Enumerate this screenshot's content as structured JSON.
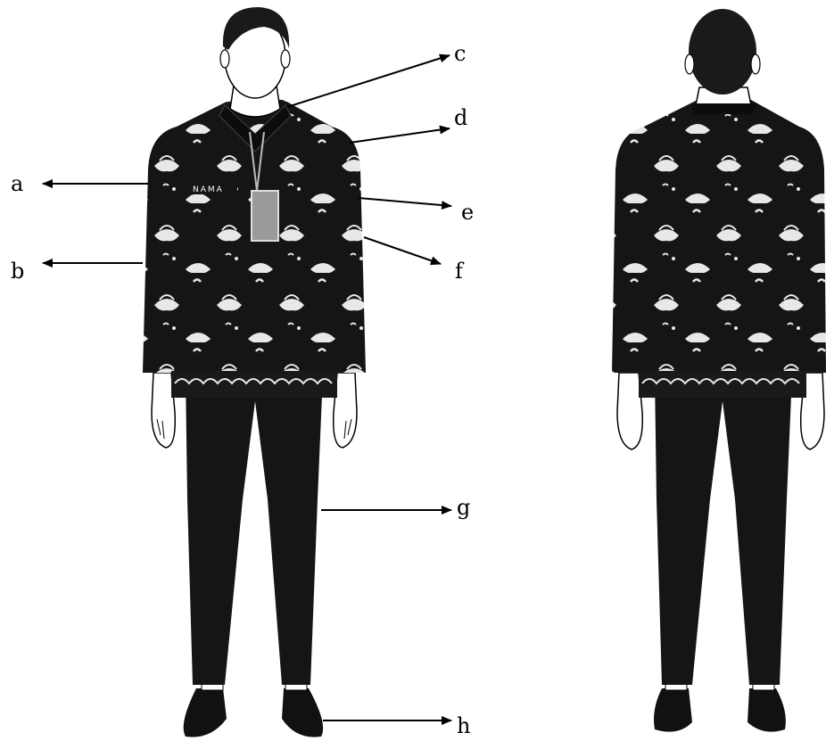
{
  "figure": {
    "name_tag": "NAMA",
    "labels": {
      "a": "a",
      "b": "b",
      "c": "c",
      "d": "d",
      "e": "e",
      "f": "f",
      "g": "g",
      "h": "h"
    }
  },
  "colors": {
    "garment": "#151515",
    "pattern": "#e8e8e8",
    "id_card": "#9a9a9a",
    "background": "#ffffff"
  }
}
